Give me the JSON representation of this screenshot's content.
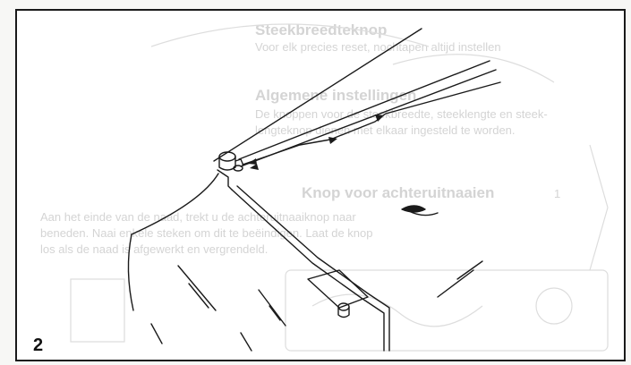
{
  "figure": {
    "number": "2"
  },
  "show_through_text": {
    "heading_1": "Steekbreedteknop",
    "para_1": "Voor elk precies reset, nochtapen altijd instellen",
    "heading_2": "Algemene instellingen",
    "para_2_line_1": "De knoppen voor de steekbreedte, steeklengte en steek-",
    "para_2_line_2": "lengteknop dienen met elkaar ingesteld te worden.",
    "heading_3": "Knop voor achteruitnaaien",
    "para_3_line_1": "Aan het einde van de naad, trekt u de achteruitnaaiknop naar",
    "para_3_line_2": "beneden. Naai enkele steken om dit te beëindigen. Laat de knop",
    "para_3_line_3": "los als de naad is afgewerkt en vergrendeld.",
    "margin_number": "1"
  },
  "colors": {
    "ink": "#1a1a1a",
    "ghost": "#d4d4d4",
    "paper": "#ffffff"
  }
}
